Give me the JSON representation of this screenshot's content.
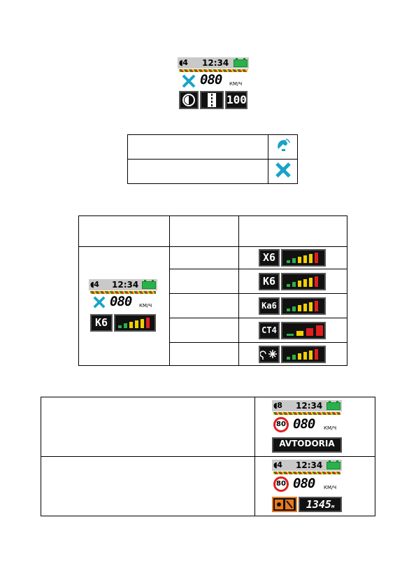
{
  "screen1": {
    "volume": "4",
    "time": "12:34",
    "speed": "080",
    "unit": "КМ/Ч",
    "value": "100"
  },
  "table1": {
    "rows": [
      {
        "icon": "satellite-icon"
      },
      {
        "icon": "satellite-lost-icon"
      }
    ]
  },
  "table2": {
    "screen": {
      "volume": "4",
      "time": "12:34",
      "speed": "080",
      "unit": "КМ/Ч",
      "band": "K6"
    },
    "rows": [
      {
        "band": "X6"
      },
      {
        "band": "K6"
      },
      {
        "band": "Ka6"
      },
      {
        "band": "CT4"
      },
      {
        "band": "",
        "icon": "laser-icon"
      }
    ]
  },
  "table3": {
    "screen1": {
      "volume": "8",
      "time": "12:34",
      "limit": "80",
      "speed": "080",
      "unit": "КМ/Ч",
      "label": "AVTODORIA"
    },
    "screen2": {
      "volume": "4",
      "time": "12:34",
      "limit": "80",
      "speed": "080",
      "unit": "КМ/Ч",
      "distance": "1345",
      "distance_unit": "м"
    }
  },
  "colors": {
    "green": "#2bb14a",
    "red": "#e02020",
    "yellow": "#f0d000",
    "cyan": "#19a3c8",
    "orange": "#e8781e"
  }
}
